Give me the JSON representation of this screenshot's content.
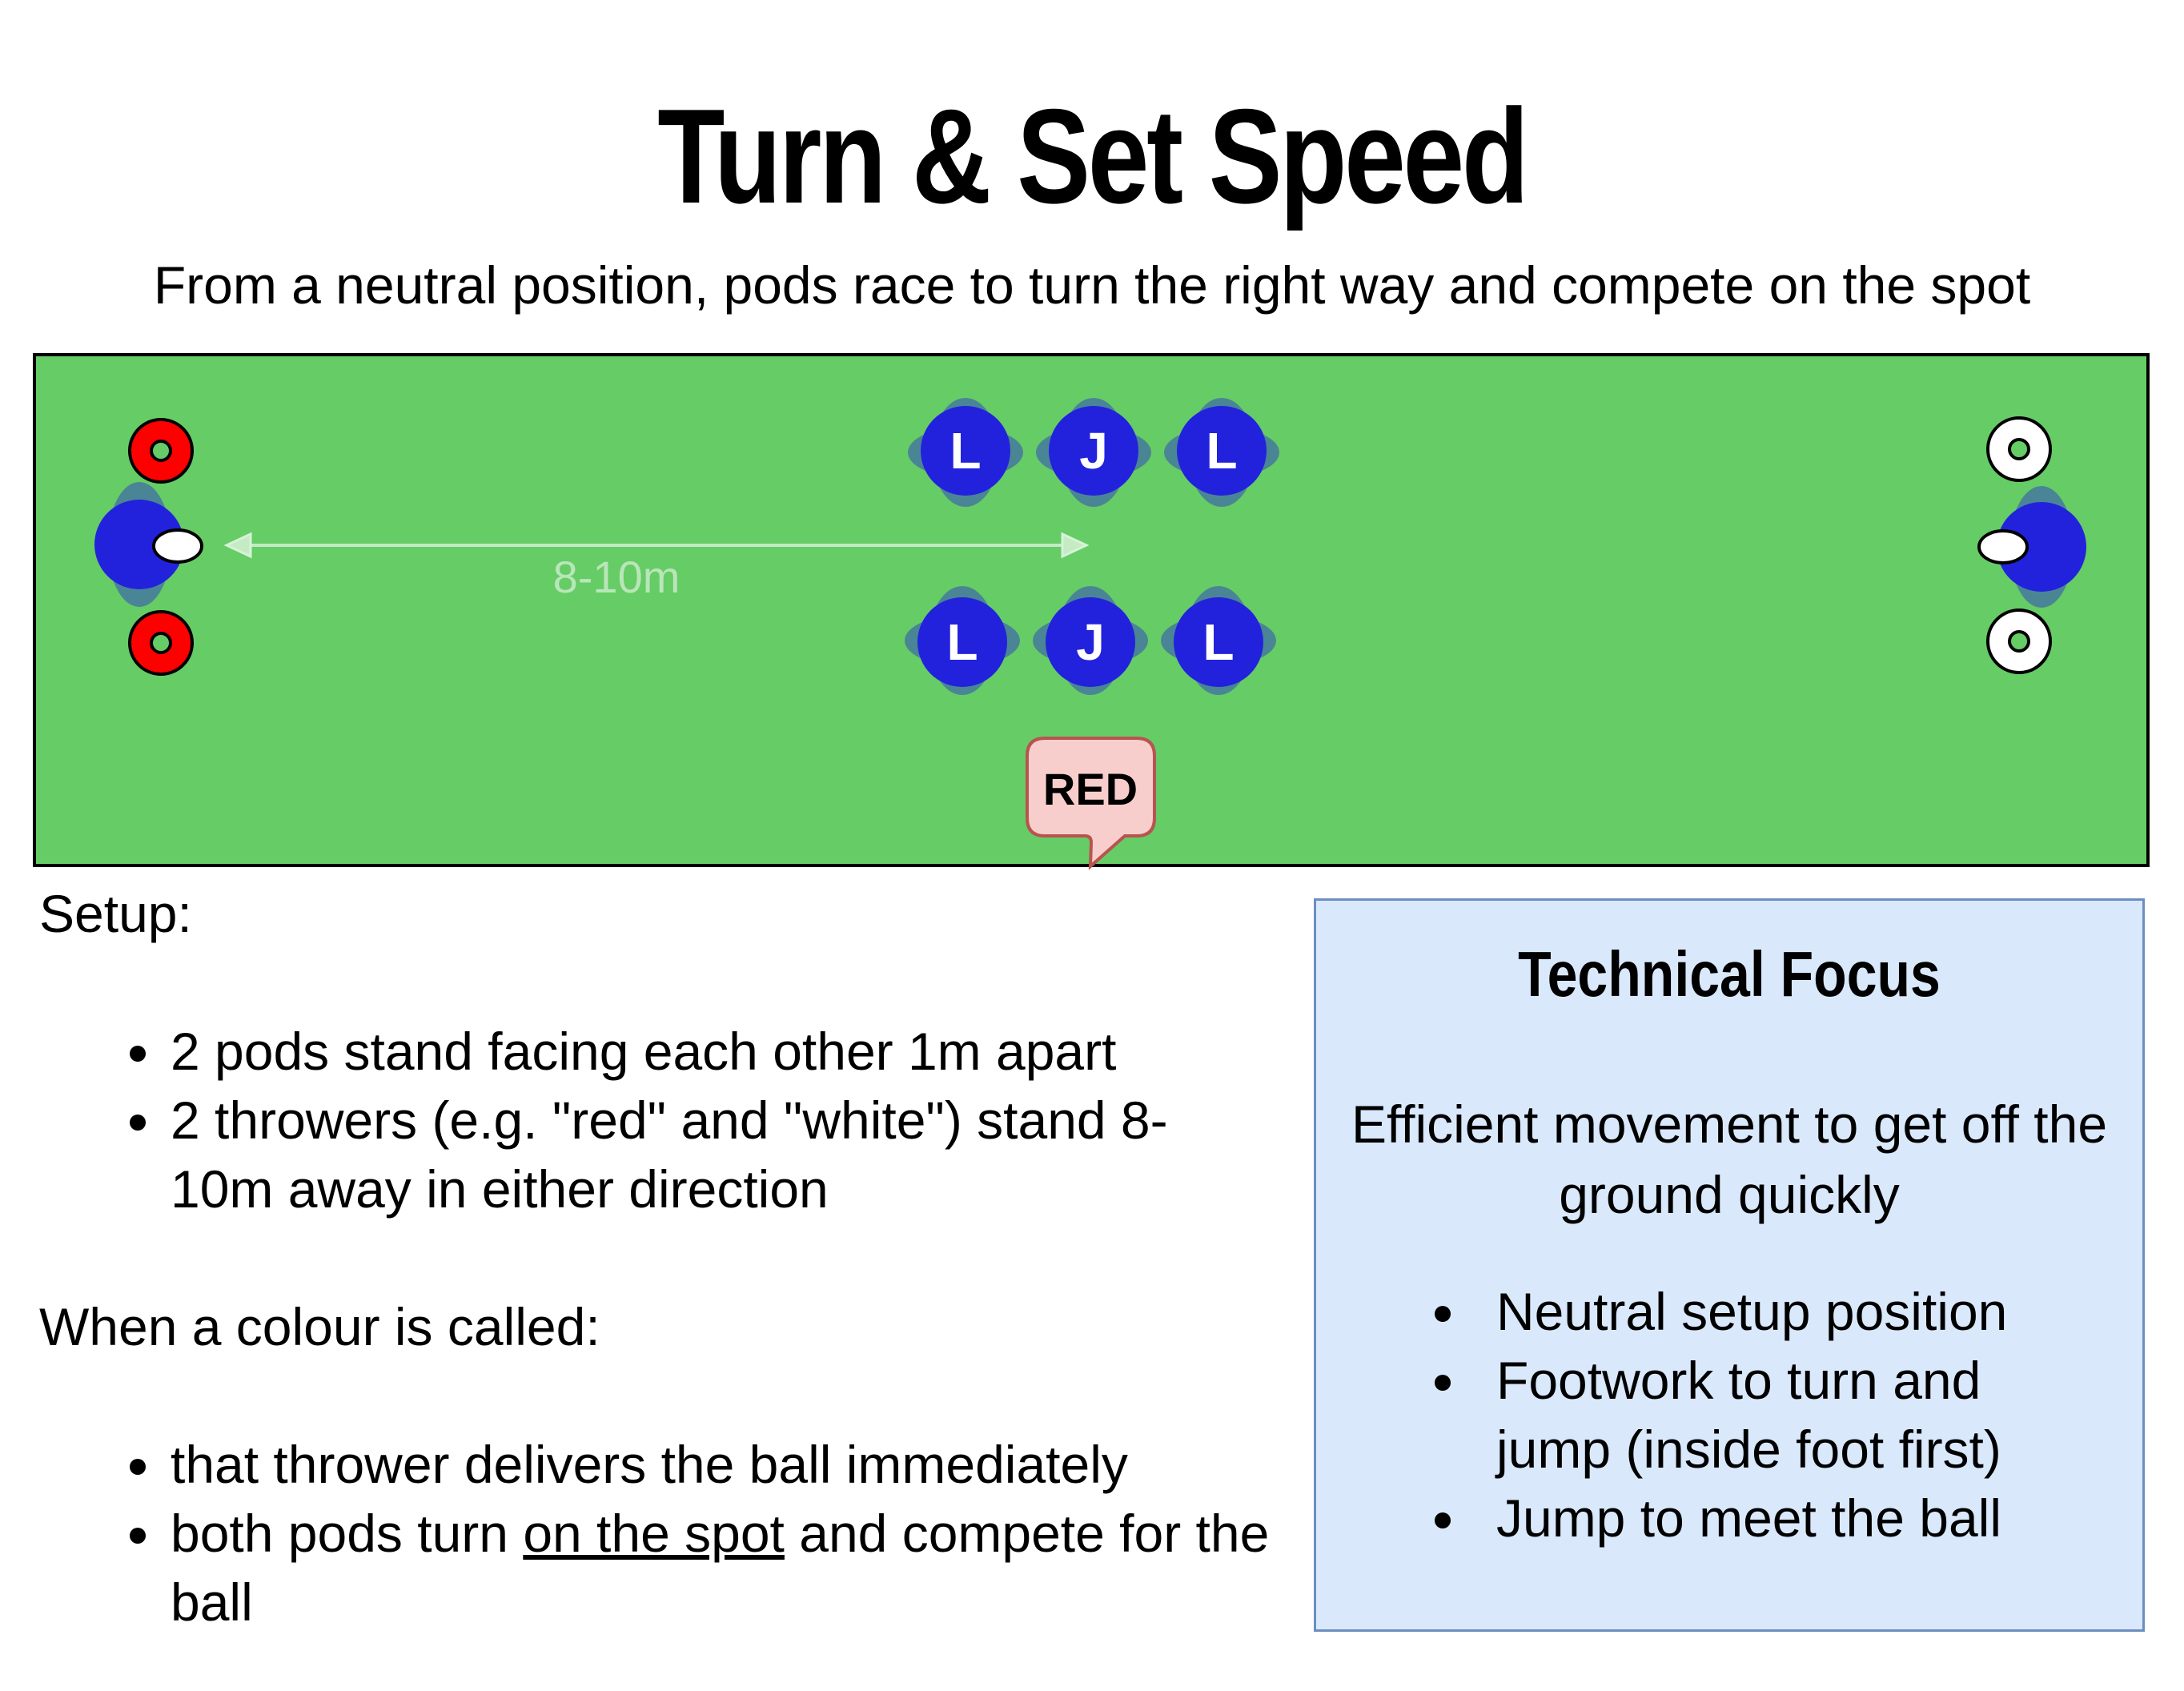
{
  "header": {
    "title": "Turn & Set Speed",
    "subtitle": "From a neutral position, pods race to turn the right way and compete on the spot"
  },
  "diagram": {
    "colors": {
      "field": "#66cc66",
      "field_border": "#000000",
      "player": "#2222dd",
      "player_shadow": "#4a8595",
      "red_cone": "#ff0000",
      "white_cone": "#ffffff",
      "arrow": "#c4ebc4",
      "bubble_fill": "#f8cecc",
      "bubble_stroke": "#b85450"
    },
    "distance_label": "8-10m",
    "call_bubble": "RED",
    "pods": [
      {
        "name": "top-pod",
        "players": [
          "L",
          "J",
          "L"
        ]
      },
      {
        "name": "bottom-pod",
        "players": [
          "L",
          "J",
          "L"
        ]
      }
    ],
    "throwers": [
      {
        "side": "left",
        "colour": "red"
      },
      {
        "side": "right",
        "colour": "white"
      }
    ]
  },
  "setup": {
    "heading": "Setup:",
    "items": [
      "2 pods stand facing each other 1m apart",
      "2 throwers (e.g. \"red\" and \"white\") stand 8-10m away in either direction"
    ]
  },
  "call": {
    "heading": "When a colour is called:",
    "item1": "that thrower delivers the ball immediately",
    "item2_before": "both pods turn ",
    "item2_underlined": "on the spot",
    "item2_after": " and compete for the ball"
  },
  "technical_focus": {
    "title": "Technical Focus",
    "description": "Efficient movement to get off the ground quickly",
    "items": [
      "Neutral setup position",
      "Footwork to turn and jump (inside foot first)",
      "Jump to meet the ball"
    ]
  }
}
